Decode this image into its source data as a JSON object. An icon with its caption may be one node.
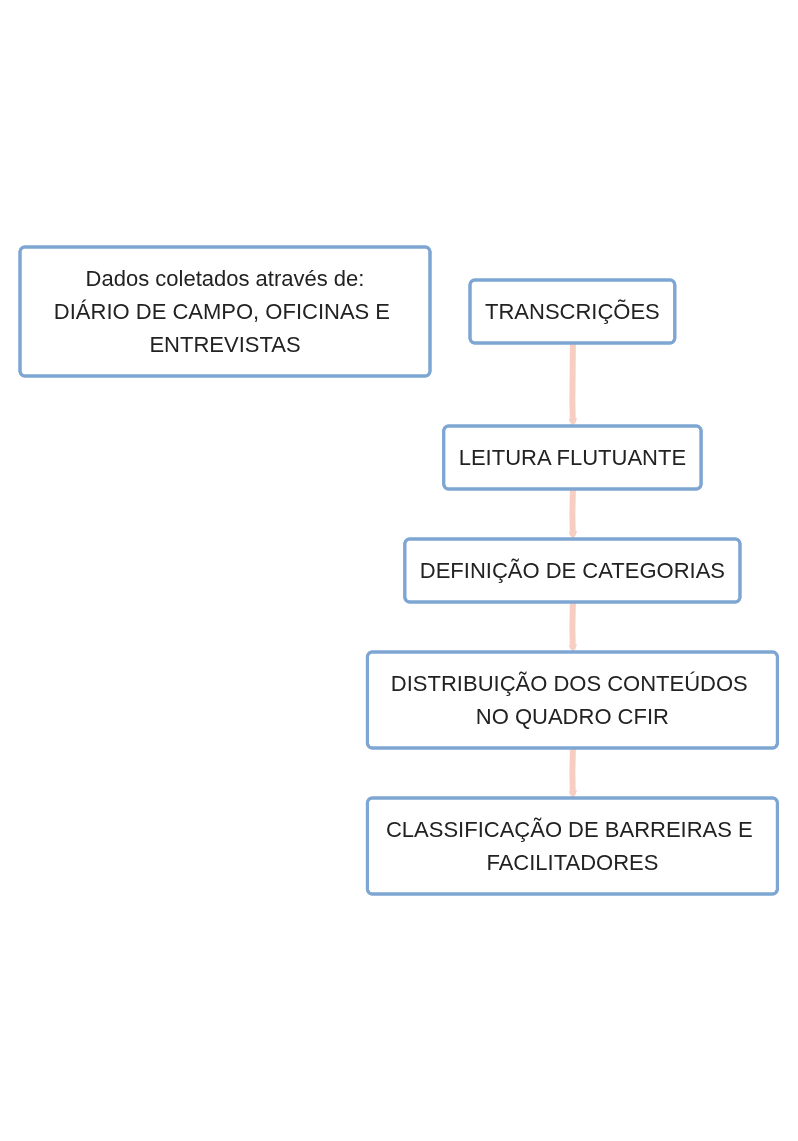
{
  "diagram": {
    "nodes": [
      {
        "text": [
          "Dados coletados através de:",
          "DIÁRIO DE CAMPO, OFICINAS E ENTREVISTAS"
        ]
      },
      {
        "text": [
          "TRANSCRIÇÕES"
        ]
      },
      {
        "text": [
          "LEITURA FLUTUANTE"
        ]
      },
      {
        "text": [
          "DEFINIÇÃO DE CATEGORIAS"
        ]
      },
      {
        "text": [
          "DISTRIBUIÇÃO DOS CONTEÚDOS NO QUADRO CFIR"
        ]
      },
      {
        "text": [
          "CLASSIFICAÇÃO DE BARREIRAS E FACILITADORES"
        ]
      }
    ],
    "edges": [
      {
        "from": 1,
        "to": 2,
        "arrow": "to"
      },
      {
        "from": 2,
        "to": 3,
        "arrow": "to"
      },
      {
        "from": 3,
        "to": 4,
        "arrow": "to"
      },
      {
        "from": 4,
        "to": 5,
        "arrow": "to"
      }
    ]
  }
}
